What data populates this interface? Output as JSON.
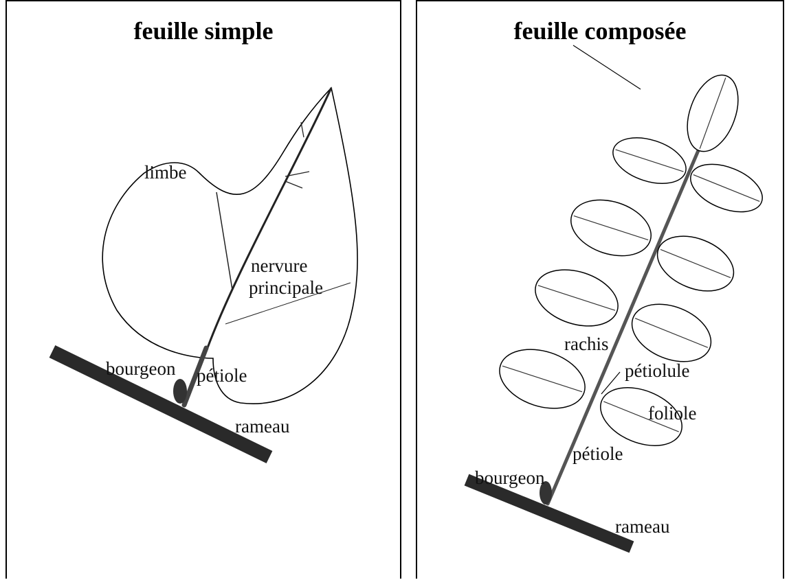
{
  "simple_leaf": {
    "title": "feuille simple",
    "labels": {
      "limbe": "limbe",
      "nervure": "nervure",
      "principale": "principale",
      "bourgeon": "bourgeon",
      "petiole": "pétiole",
      "rameau": "rameau"
    }
  },
  "compound_leaf": {
    "title": "feuille composée",
    "labels": {
      "rachis": "rachis",
      "petiolule": "pétiolule",
      "foliole": "foliole",
      "petiole": "pétiole",
      "bourgeon": "bourgeon",
      "rameau": "rameau"
    }
  },
  "colors": {
    "ink": "#000000",
    "branch": "#2a2a2a",
    "stem": "#555555"
  }
}
